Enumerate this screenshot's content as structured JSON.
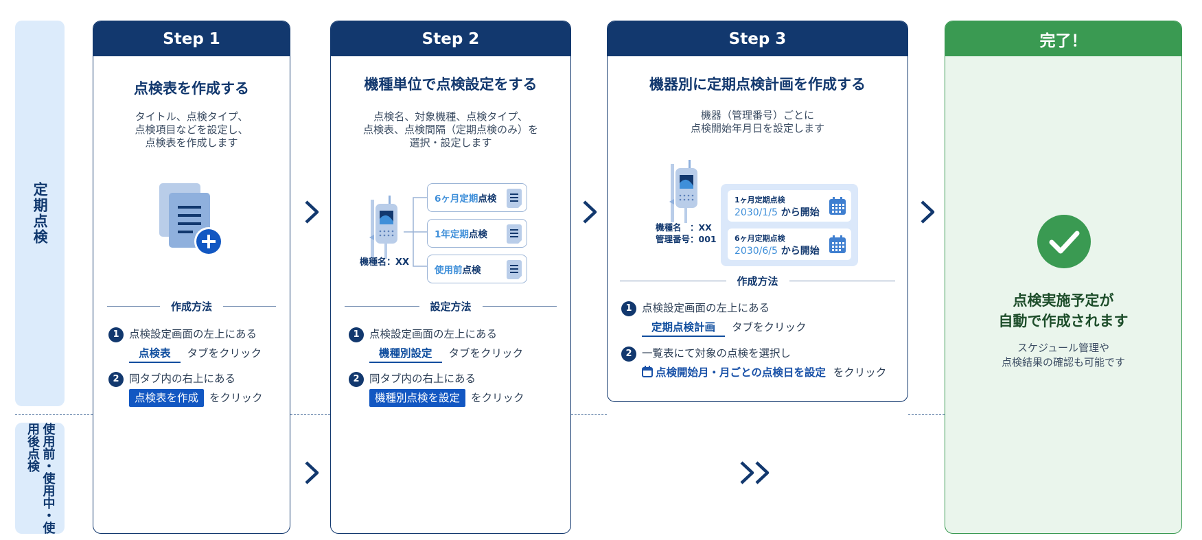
{
  "rows": {
    "periodic": "定期点検",
    "usage": "使用前・使用中・使用後点検"
  },
  "step1": {
    "header": "Step 1",
    "title": "点検表を作成する",
    "desc": "タイトル、点検タイプ、\n点検項目などを設定し、\n点検表を作成します",
    "method_label": "作成方法",
    "s1_text": "点検設定画面の左上にある",
    "s1_tab": "点検表",
    "s1_suffix": "タブをクリック",
    "s2_text": "同タブ内の右上にある",
    "s2_button": "点検表を作成",
    "s2_suffix": "をクリック"
  },
  "step2": {
    "header": "Step 2",
    "title": "機種単位で点検設定をする",
    "desc": "点検名、対象機種、点検タイプ、\n点検表、点検間隔（定期点検のみ）を\n選択・設定します",
    "model_label": "機種名：XX",
    "pills": [
      {
        "accent": "6ヶ月定期",
        "rest": "点検"
      },
      {
        "accent": "1年定期",
        "rest": "点検"
      },
      {
        "accent": "使用前",
        "rest": "点検"
      }
    ],
    "method_label": "設定方法",
    "s1_text": "点検設定画面の左上にある",
    "s1_tab": "機種別設定",
    "s1_suffix": "タブをクリック",
    "s2_text": "同タブ内の右上にある",
    "s2_button": "機種別点検を設定",
    "s2_suffix": "をクリック"
  },
  "step3": {
    "header": "Step 3",
    "title": "機器別に定期点検計画を作成する",
    "desc": "機器（管理番号）ごとに\n点検開始年月日を設定します",
    "model_line1": "機種名　：XX",
    "model_line2": "管理番号：001",
    "schedules": [
      {
        "label": "1ヶ月定期点検",
        "date": "2030/1/5",
        "suffix": "から開始"
      },
      {
        "label": "6ヶ月定期点検",
        "date": "2030/6/5",
        "suffix": "から開始"
      }
    ],
    "method_label": "作成方法",
    "s1_text": "点検設定画面の左上にある",
    "s1_tab": "定期点検計画",
    "s1_suffix": "タブをクリック",
    "s2_text": "一覧表にて対象の点検を選択し",
    "s2_link": "点検開始月・月ごとの点検日を設定",
    "s2_suffix": "をクリック"
  },
  "done": {
    "header": "完了！",
    "title_line1": "点検実施予定が",
    "title_line2": "自動で作成されます",
    "desc": "スケジュール管理や\n点検結果の確認も可能です"
  },
  "colors": {
    "navy": "#12386e",
    "green": "#3a9a52",
    "light_blue": "#dcebfb",
    "accent_blue": "#3f8fd9"
  }
}
